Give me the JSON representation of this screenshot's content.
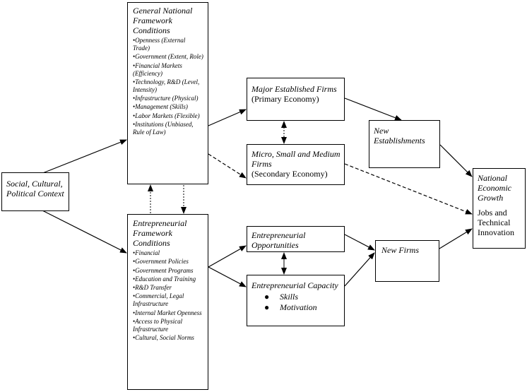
{
  "social_context": {
    "title": "Social, Cultural, Political Context"
  },
  "general_framework": {
    "title": "General National Framework Conditions",
    "items": [
      "Openness (External Trade)",
      "Government (Extent, Role)",
      "Financial Markets (Efficiency)",
      "Technology, R&D (Level, Intensity)",
      "Infrastructure (Physical)",
      "Management (Skills)",
      "Labor Markets (Flexible)",
      "Institutions (Unbiased, Rule of Law)"
    ]
  },
  "entrepreneurial_framework": {
    "title": "Entrepreneurial Framework Conditions",
    "items": [
      "Financial",
      "Government Policies",
      "Government Programs",
      "Education and Training",
      "R&D Transfer",
      "Commercial, Legal Infrastructure",
      "Internal Market Openness",
      "Access to Physical Infrastructure",
      "Cultural, Social Norms"
    ]
  },
  "major_firms": {
    "title": "Major Established Firms",
    "subtitle": "(Primary Economy)"
  },
  "micro_firms": {
    "title": "Micro, Small and Medium Firms",
    "subtitle": "(Secondary Economy)"
  },
  "opportunities": {
    "title": "Entrepreneurial Opportunities"
  },
  "capacity": {
    "title": "Entrepreneurial Capacity",
    "items": [
      "Skills",
      "Motivation"
    ]
  },
  "new_establishments": {
    "title": "New Establishments"
  },
  "new_firms": {
    "title": "New Firms"
  },
  "national_growth": {
    "title": "National Economic Growth",
    "subtitle": "Jobs and Technical Innovation"
  }
}
